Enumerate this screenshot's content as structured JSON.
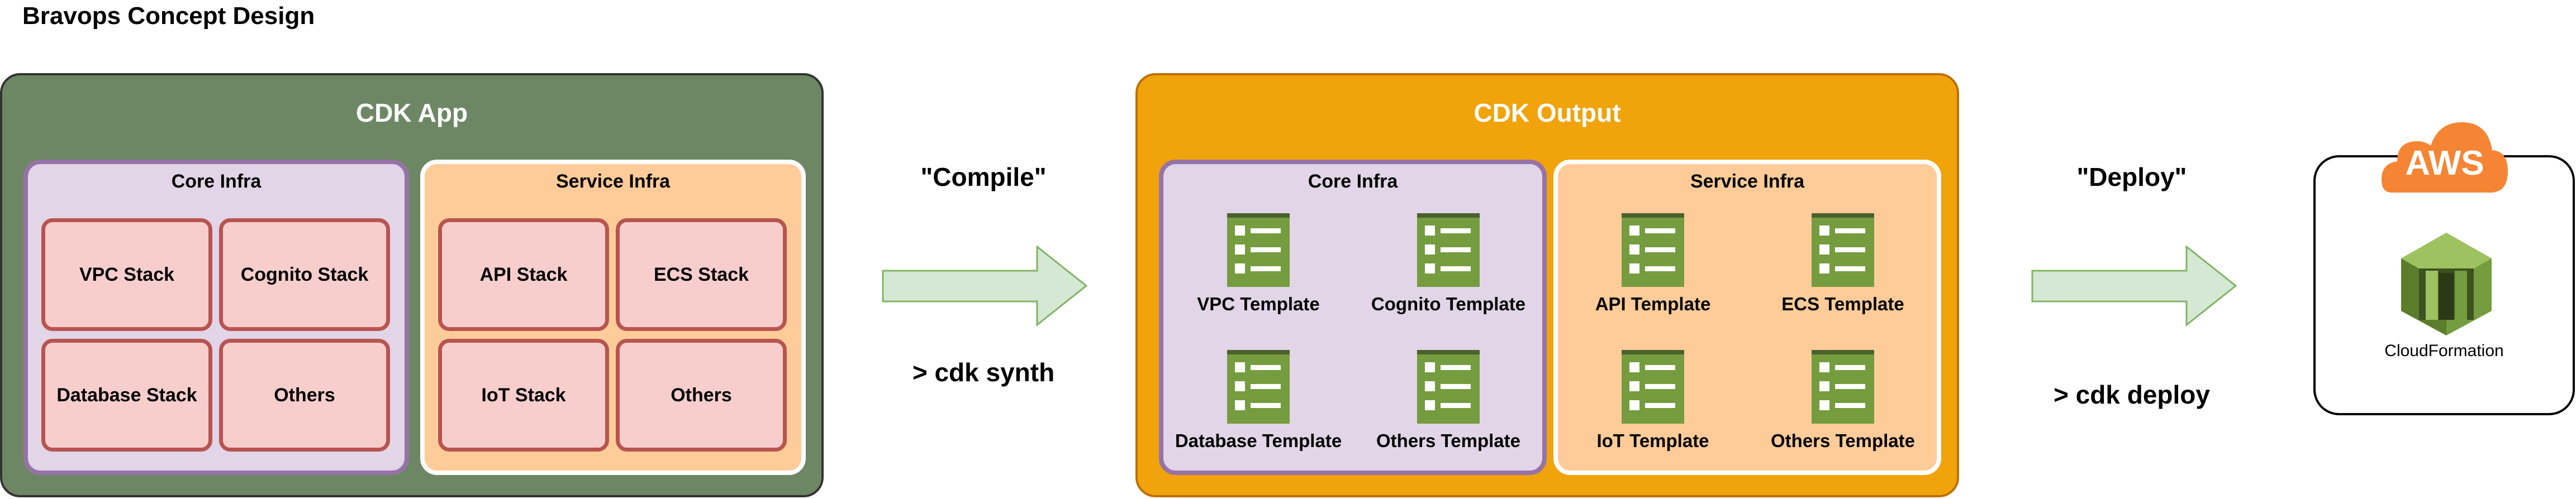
{
  "title": "Bravops Concept Design",
  "cdk_app": {
    "label": "CDK App",
    "core": {
      "label": "Core Infra",
      "stacks": [
        "VPC Stack",
        "Cognito Stack",
        "Database Stack",
        "Others"
      ]
    },
    "service": {
      "label": "Service Infra",
      "stacks": [
        "API Stack",
        "ECS Stack",
        "IoT Stack",
        "Others"
      ]
    }
  },
  "compile": {
    "label": "\"Compile\"",
    "command": "> cdk synth"
  },
  "cdk_output": {
    "label": "CDK Output",
    "core": {
      "label": "Core Infra",
      "templates": [
        "VPC Template",
        "Cognito Template",
        "Database Template",
        "Others Template"
      ]
    },
    "service": {
      "label": "Service Infra",
      "templates": [
        "API Template",
        "ECS Template",
        "IoT Template",
        "Others Template"
      ]
    }
  },
  "deploy": {
    "label": "\"Deploy\"",
    "command": "> cdk deploy"
  },
  "aws": {
    "cloud_label": "AWS",
    "service_label": "CloudFormation"
  },
  "colors": {
    "cdk_app_fill": "#6d8764",
    "cdk_output_fill": "#f0a30a",
    "core_fill": "#e1d5e7",
    "core_border": "#9673a6",
    "service_fill": "#ffcc99",
    "service_border": "#ffffff",
    "stack_fill": "#f8cecc",
    "stack_border": "#b85450",
    "template_icon": "#759c3e",
    "arrow_fill": "#d5e8d4",
    "arrow_border": "#82b366",
    "aws_orange": "#f58534"
  },
  "icons": {
    "template": "template-document-icon",
    "cloud": "aws-cloud-icon",
    "cloudformation": "cloudformation-icon",
    "arrow": "right-arrow"
  }
}
